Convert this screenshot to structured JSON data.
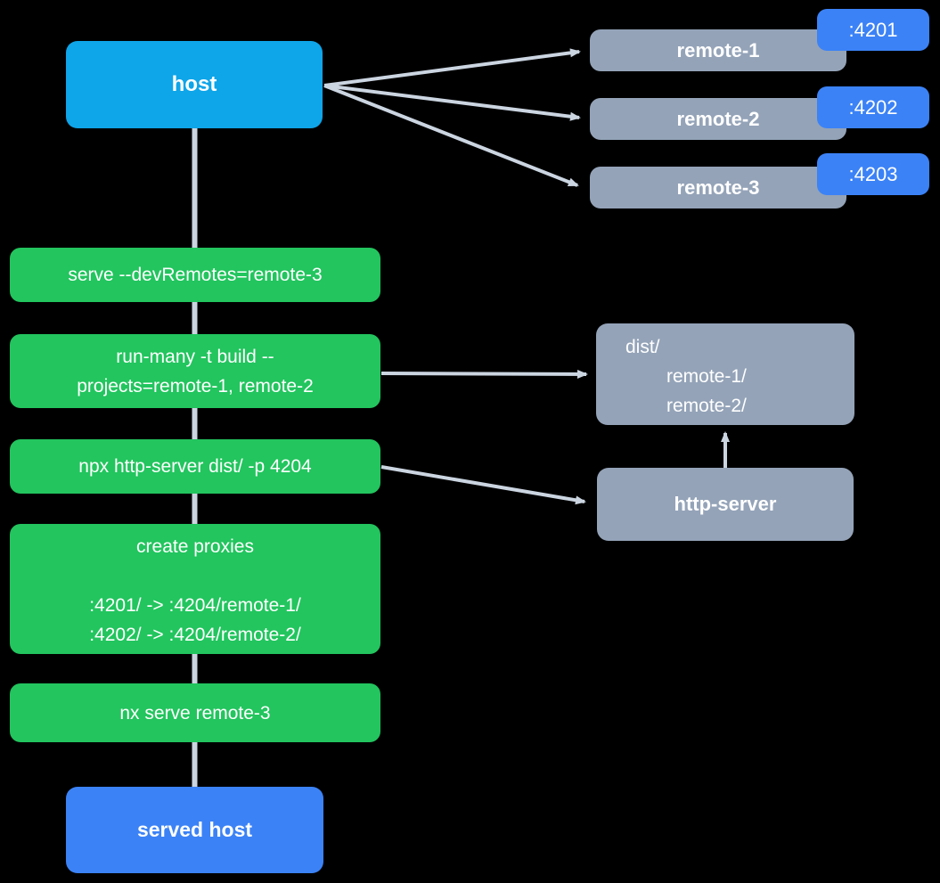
{
  "diagram": {
    "background": "#000000",
    "wire_color": "#cbd5e1",
    "host": {
      "label": "host",
      "color": "#0ea5e9"
    },
    "remote_color": "#94a3b8",
    "port_color": "#3b82f6",
    "remotes": [
      {
        "label": "remote-1",
        "port": ":4201"
      },
      {
        "label": "remote-2",
        "port": ":4202"
      },
      {
        "label": "remote-3",
        "port": ":4203"
      }
    ],
    "step_color": "#22c55e",
    "steps": [
      {
        "lines": [
          "serve --devRemotes=remote-3"
        ]
      },
      {
        "lines": [
          "run-many -t build --",
          "projects=remote-1, remote-2"
        ]
      },
      {
        "lines": [
          "npx http-server dist/ -p 4204"
        ]
      },
      {
        "lines": [
          "create proxies",
          ":4201/ -> :4204/remote-1/",
          ":4202/ -> :4204/remote-2/"
        ]
      },
      {
        "lines": [
          "nx serve remote-3"
        ]
      }
    ],
    "dist": {
      "lines": [
        "dist/",
        "remote-1/",
        "remote-2/"
      ]
    },
    "http_server": {
      "label": "http-server"
    },
    "served_host": {
      "label": "served host",
      "color": "#3b82f6"
    },
    "edges": [
      {
        "from": "host",
        "to": "remote-1"
      },
      {
        "from": "host",
        "to": "remote-2"
      },
      {
        "from": "host",
        "to": "remote-3"
      },
      {
        "from": "step-run-many-build",
        "to": "dist-folder"
      },
      {
        "from": "step-npx-http-server",
        "to": "http-server"
      },
      {
        "from": "http-server",
        "to": "dist-folder"
      },
      {
        "from": "host",
        "to": "served-host"
      }
    ]
  }
}
